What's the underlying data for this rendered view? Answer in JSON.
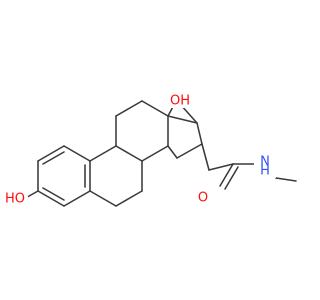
{
  "molecule": {
    "atom_labels": [
      {
        "id": "oh-16",
        "text": "OH",
        "color": "#ff0d0d"
      },
      {
        "id": "oh-3",
        "text": "HO",
        "color": "#ff0d0d"
      },
      {
        "id": "amide-o",
        "text": "O",
        "color": "#ff0d0d"
      },
      {
        "id": "amide-n",
        "text": "N",
        "color": "#3050f8"
      },
      {
        "id": "amide-h",
        "text": "H",
        "color": "#3050f8"
      }
    ],
    "methyl_label": "",
    "bond_color": "#3a3a3a"
  }
}
